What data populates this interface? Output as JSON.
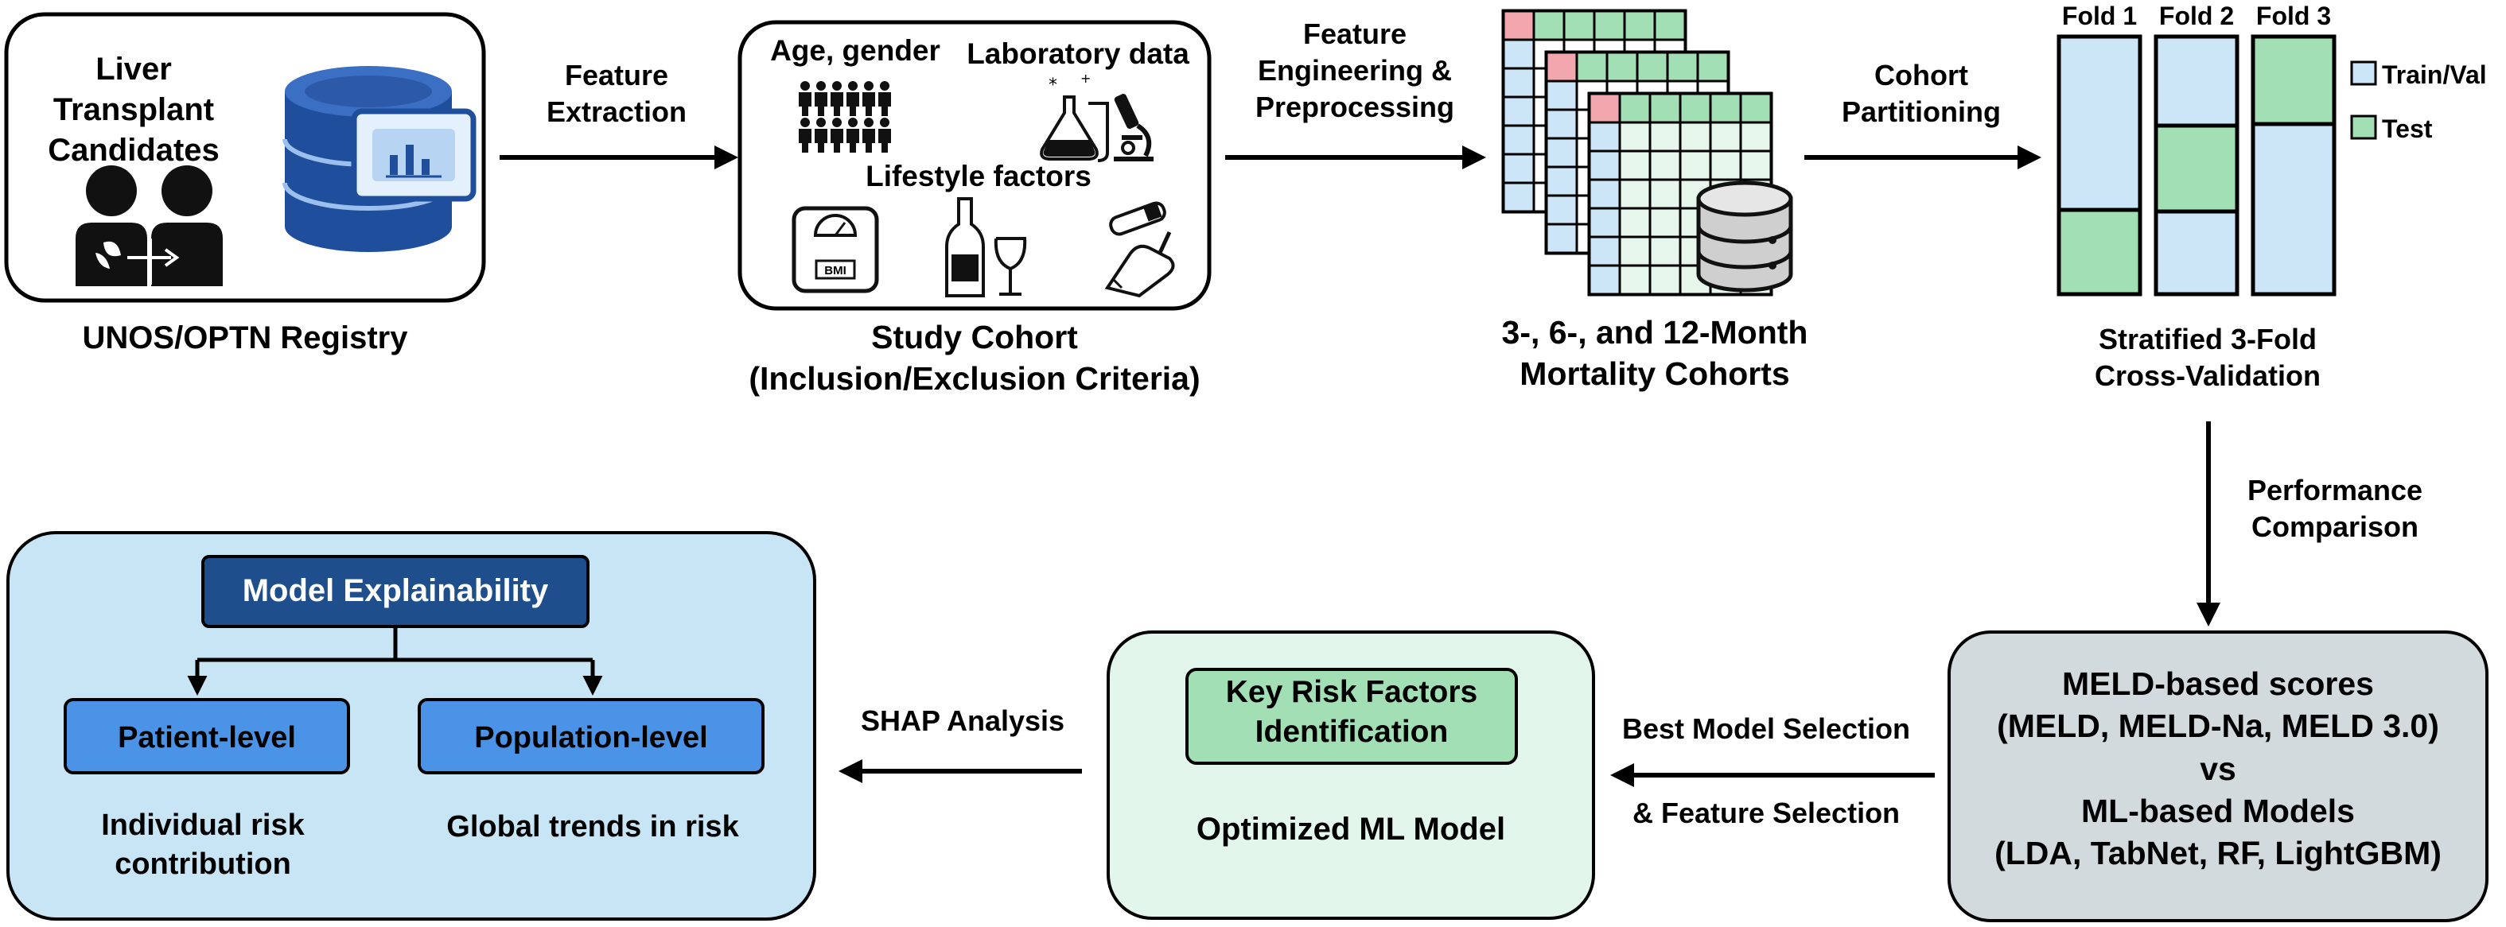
{
  "registry": {
    "title": "Liver Transplant\nCandidates",
    "caption": "UNOS/OPTN Registry"
  },
  "arrows": {
    "feature_extraction": "Feature\nExtraction",
    "feature_engineering": "Feature\nEngineering &\nPreprocessing",
    "cohort_partitioning": "Cohort\nPartitioning",
    "performance_comparison": "Performance\nComparison",
    "best_model_selection": "Best Model Selection",
    "feature_selection": "& Feature Selection",
    "shap_analysis": "SHAP Analysis"
  },
  "study_cohort": {
    "age_gender": "Age, gender",
    "laboratory": "Laboratory data",
    "lifestyle": "Lifestyle factors",
    "bmi": "BMI",
    "caption": "Study Cohort\n(Inclusion/Exclusion Criteria)"
  },
  "mortality_cohorts": {
    "caption": "3-, 6-, and 12-Month\nMortality Cohorts"
  },
  "cross_validation": {
    "folds": [
      "Fold 1",
      "Fold 2",
      "Fold 3"
    ],
    "legend": [
      "Train/Val",
      "Test"
    ],
    "caption": "Stratified 3-Fold\nCross-Validation"
  },
  "comparison": {
    "text": "MELD-based scores\n(MELD, MELD-Na, MELD 3.0)\nvs\nML-based Models\n(LDA, TabNet, RF, LightGBM)"
  },
  "optimized": {
    "key_risk": "Key Risk Factors\nIdentification",
    "caption": "Optimized ML Model"
  },
  "explainability": {
    "title": "Model Explainability",
    "patient_level": "Patient-level",
    "population_level": "Population-level",
    "individual_caption": "Individual risk\ncontribution",
    "global_caption": "Global trends in risk"
  },
  "colors": {
    "train_val": "#cde6f7",
    "test": "#a3dfb4",
    "test_pink": "#f2a6ad",
    "explain_panel": "#c8e5f5",
    "dark_blue": "#1f4e8c",
    "mid_blue": "#4a93e6",
    "grey_panel": "#d2dade",
    "mint_panel": "#e3f6ec"
  }
}
